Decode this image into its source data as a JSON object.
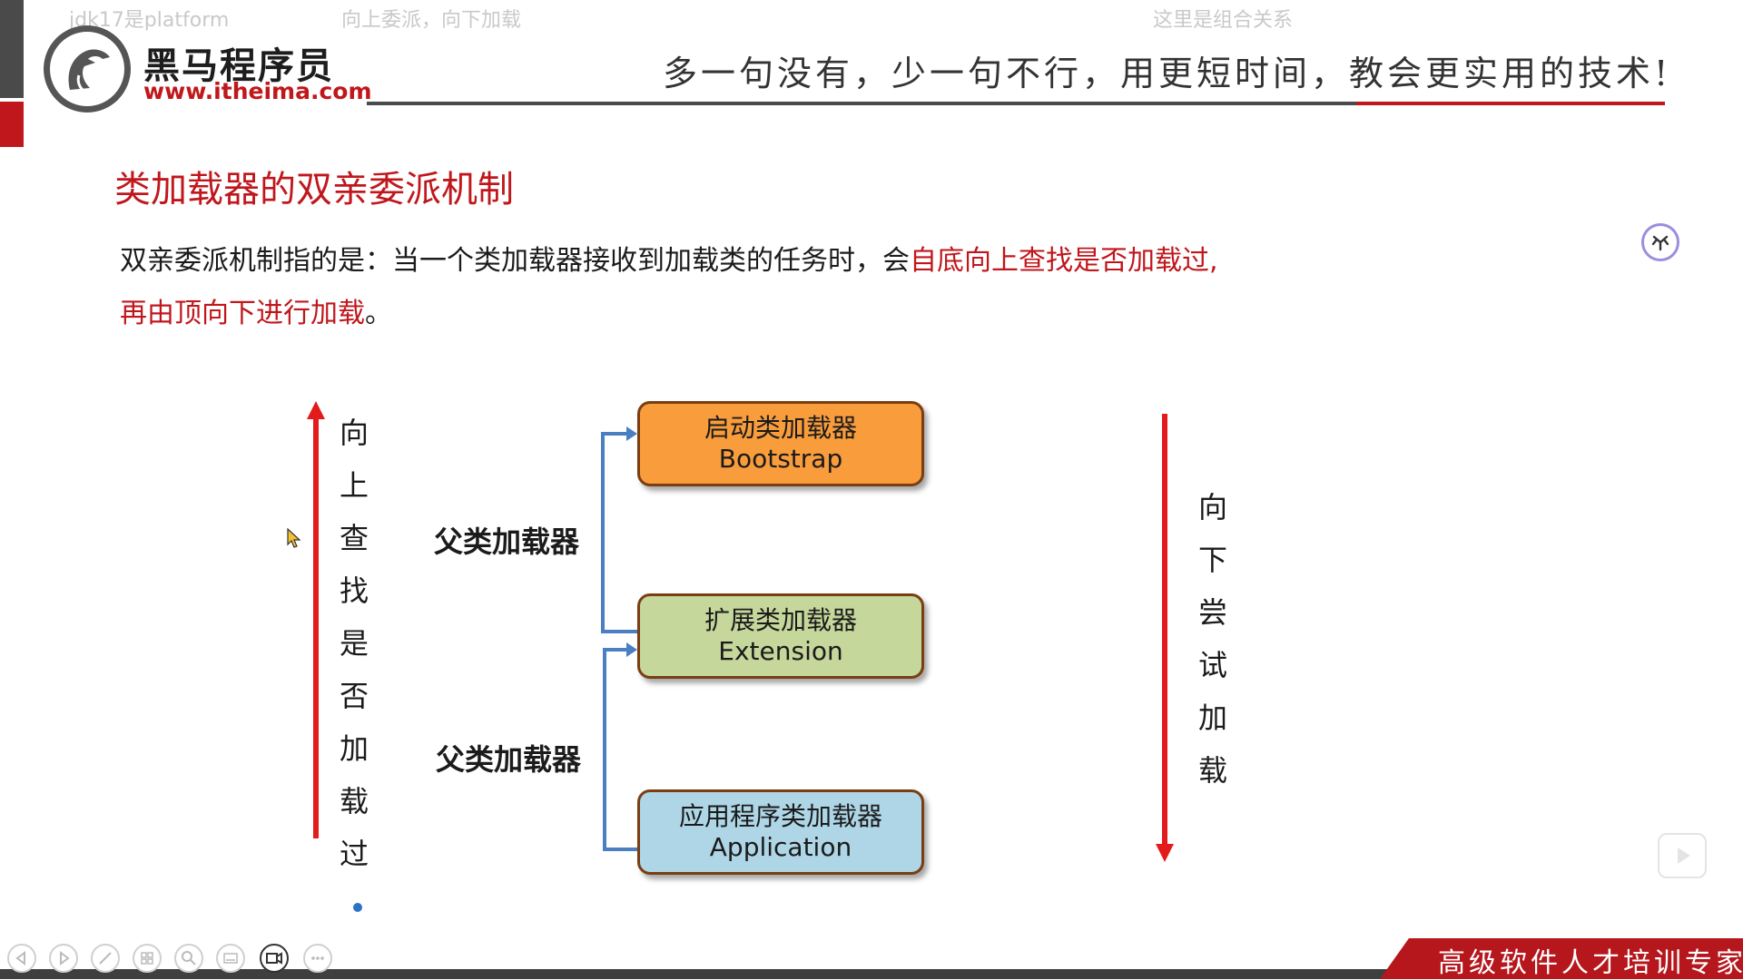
{
  "overlay": {
    "left_caption": "jdk17是platform",
    "center_caption": "向上委派，向下加载",
    "right_caption": "这里是组合关系"
  },
  "header": {
    "brand_name": "黑马程序员",
    "brand_url": "www.itheima.com",
    "slogan": "多一句没有，少一句不行，用更短时间，教会更实用的技术!"
  },
  "slide": {
    "title": "类加载器的双亲委派机制",
    "line1_black": "双亲委派机制指的是：当一个类加载器接收到加载类的任务时，会",
    "line1_red": "自底向上查找是否加载过,",
    "line2_red": "再由顶向下进行加载",
    "line2_end": "。"
  },
  "diagram": {
    "left_vertical": [
      "向",
      "上",
      "查",
      "找",
      "是",
      "否",
      "加",
      "载",
      "过"
    ],
    "right_vertical": [
      "向",
      "下",
      "尝",
      "试",
      "加",
      "载"
    ],
    "parent_label_1": "父类加载器",
    "parent_label_2": "父类加载器",
    "boxes": [
      {
        "cn": "启动类加载器",
        "en": "Bootstrap"
      },
      {
        "cn": "扩展类加载器",
        "en": "Extension"
      },
      {
        "cn": "应用程序类加载器",
        "en": "Application"
      }
    ],
    "colors": {
      "bootstrap": "#f99d3c",
      "extension": "#c5d79b",
      "application": "#aed6e6",
      "arrow_red": "#e31b1b",
      "connector_blue": "#4a7fc1"
    }
  },
  "footer": {
    "tagline": "高级软件人才培训专家",
    "controls": [
      "prev-icon",
      "next-icon",
      "pen-icon",
      "grid-icon",
      "zoom-icon",
      "subtitle-icon",
      "camera-icon",
      "more-icon"
    ]
  }
}
